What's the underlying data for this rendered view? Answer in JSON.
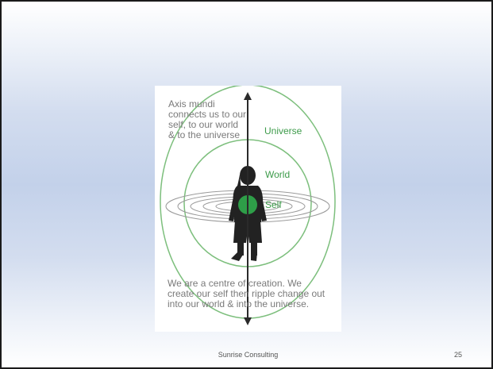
{
  "diagram": {
    "intro_text": "Axis mundi\nconnects us to our\nself, to our world\n& to the universe",
    "labels": {
      "universe": "Universe",
      "world": "World",
      "self": "Self"
    },
    "outro_text": "We are a centre of creation. We\ncreate our self then ripple change out\ninto our world & into the universe."
  },
  "footer": {
    "company": "Sunrise Consulting",
    "page_number": "25"
  },
  "colors": {
    "ring_green": "#7dbf7d",
    "self_fill": "#2e9e48",
    "label_green": "#3d9b4a",
    "axis": "#2a2a2a",
    "silhouette": "#222222",
    "text_grey": "#7a7a7a"
  }
}
